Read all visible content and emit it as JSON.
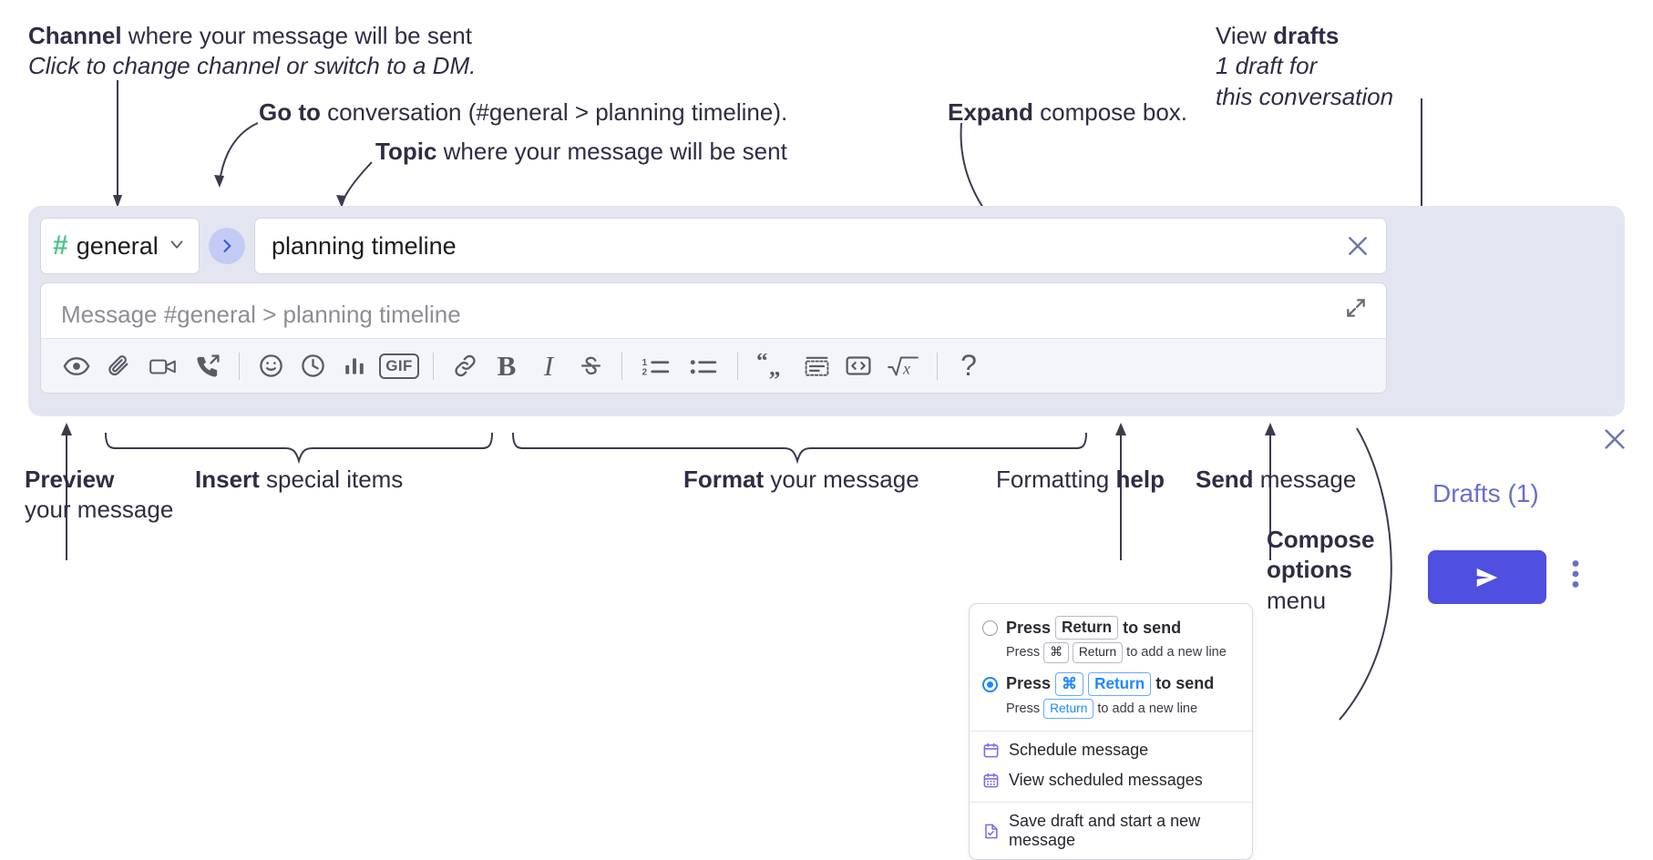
{
  "annotations": {
    "channel": {
      "bold": "Channel",
      "rest": " where your message will be sent",
      "italic": "Click to change channel or switch to a DM."
    },
    "goto": {
      "bold": "Go to",
      "rest": " conversation (#general > planning timeline)."
    },
    "topic": {
      "bold": "Topic",
      "rest": " where your message will be sent"
    },
    "expand": {
      "bold": "Expand",
      "rest": " compose box."
    },
    "drafts": {
      "plain": "View ",
      "bold": "drafts",
      "italic1": "1 draft for",
      "italic2": "this conversation"
    },
    "preview": {
      "bold": "Preview",
      "rest": "your message"
    },
    "insert": {
      "bold": "Insert",
      "rest": " special items"
    },
    "format": {
      "bold": "Format",
      "rest": " your message"
    },
    "help": {
      "plain": "Formatting ",
      "bold": "help"
    },
    "send": {
      "bold": "Send",
      "rest": " message"
    },
    "compose_options": {
      "bold1": "Compose",
      "bold2": "options",
      "rest": "menu"
    }
  },
  "compose": {
    "channel": {
      "hash": "#",
      "name": "general",
      "chevron": "chevron-down-icon"
    },
    "goto_button": "go-to-conversation-button",
    "topic": {
      "value": "planning timeline",
      "clear": "clear-topic-icon"
    },
    "message": {
      "placeholder": "Message #general > planning timeline",
      "value": ""
    },
    "expand_label": "expand-compose-box",
    "toolbar": [
      {
        "name": "preview-message",
        "icon": "eye-icon"
      },
      {
        "name": "attach-file",
        "icon": "paperclip-icon"
      },
      {
        "name": "record-video-clip",
        "icon": "video-camera-icon"
      },
      {
        "name": "record-audio-clip",
        "icon": "phone-arrow-icon"
      },
      {
        "name": "divider-1",
        "icon": "divider"
      },
      {
        "name": "emoji",
        "icon": "smiley-icon"
      },
      {
        "name": "schedule-reminder",
        "icon": "clock-icon"
      },
      {
        "name": "create-poll",
        "icon": "bar-chart-icon"
      },
      {
        "name": "insert-gif",
        "icon": "gif-icon",
        "label": "GIF"
      },
      {
        "name": "divider-2",
        "icon": "divider"
      },
      {
        "name": "link",
        "icon": "link-icon"
      },
      {
        "name": "bold",
        "icon": "bold-icon",
        "label": "B"
      },
      {
        "name": "italic",
        "icon": "italic-icon",
        "label": "I"
      },
      {
        "name": "strikethrough",
        "icon": "strikethrough-icon"
      },
      {
        "name": "divider-3",
        "icon": "divider"
      },
      {
        "name": "ordered-list",
        "icon": "ordered-list-icon"
      },
      {
        "name": "bulleted-list",
        "icon": "bulleted-list-icon"
      },
      {
        "name": "divider-4",
        "icon": "divider"
      },
      {
        "name": "blockquote",
        "icon": "quote-icon"
      },
      {
        "name": "code-block",
        "icon": "code-block-icon"
      },
      {
        "name": "inline-code",
        "icon": "inline-code-icon"
      },
      {
        "name": "math",
        "icon": "square-root-icon"
      },
      {
        "name": "divider-5",
        "icon": "divider"
      },
      {
        "name": "formatting-help",
        "icon": "question-mark-icon",
        "label": "?"
      }
    ]
  },
  "panel": {
    "close": "close-icon",
    "drafts_label": "Drafts (1)",
    "send": "send-icon",
    "options": "kebab-menu-icon"
  },
  "menu": {
    "options": [
      {
        "selected": false,
        "main_prefix": "Press",
        "main_keys": [
          "Return"
        ],
        "main_suffix": "to send",
        "sub_prefix": "Press",
        "sub_keys": [
          "⌘",
          "Return"
        ],
        "sub_suffix": "to add a new line"
      },
      {
        "selected": true,
        "main_prefix": "Press",
        "main_keys": [
          "⌘",
          "Return"
        ],
        "main_suffix": "to send",
        "sub_prefix": "Press",
        "sub_keys": [
          "Return"
        ],
        "sub_suffix": "to add a new line"
      }
    ],
    "items": [
      {
        "label": "Schedule message",
        "icon": "calendar-icon"
      },
      {
        "label": "View scheduled messages",
        "icon": "calendar-grid-icon"
      },
      {
        "label": "Save draft and start a new message",
        "icon": "document-check-icon"
      }
    ]
  },
  "colors": {
    "accent": "#4f4fe0",
    "panel_bg": "#e3e5f1",
    "hash_green": "#4cc38a",
    "drafts_purple": "#6a6ec9",
    "radio_blue": "#1e88ff",
    "menu_icon_purple": "#7b6ee0"
  }
}
